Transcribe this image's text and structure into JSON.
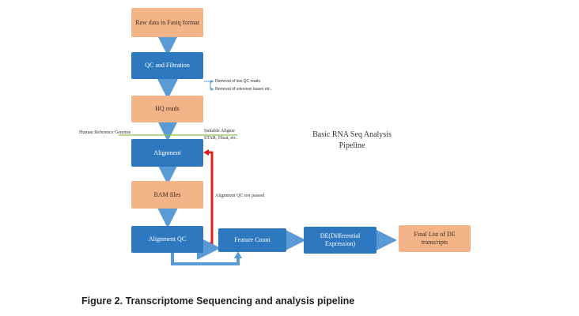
{
  "nodes": {
    "raw_data": "Raw data in Fastq format",
    "qc_filtration": "QC and Filtration",
    "hq_reads": "HQ reads",
    "alignment": "Alignment",
    "bam_files": "BAM files",
    "alignment_qc": "Alignment QC",
    "feature_count": "Feature Count",
    "de": "DE(Differential Expression)",
    "final_list": "Final List of DE transcripts"
  },
  "annotations": {
    "removal_low_qc": "Removal of low QC reads",
    "removal_unknown": "Removal of unknown bases etc.",
    "human_reference": "Human Reference Genome",
    "suitable_aligner_line1": "Suitable Aligner",
    "suitable_aligner_line2": "STAR, Hisat, etc.",
    "alignment_qc_not_passed": "Alignment QC not passed"
  },
  "pipeline_title": "Basic RNA Seq Analysis Pipeline",
  "caption": "Figure 2. Transcriptome Sequencing and analysis pipeline",
  "colors": {
    "peach": "#f3b488",
    "blue": "#2e78bf",
    "arrow": "#5b9bd5",
    "feedback": "#e02020",
    "reference_line": "#8bc34a"
  }
}
